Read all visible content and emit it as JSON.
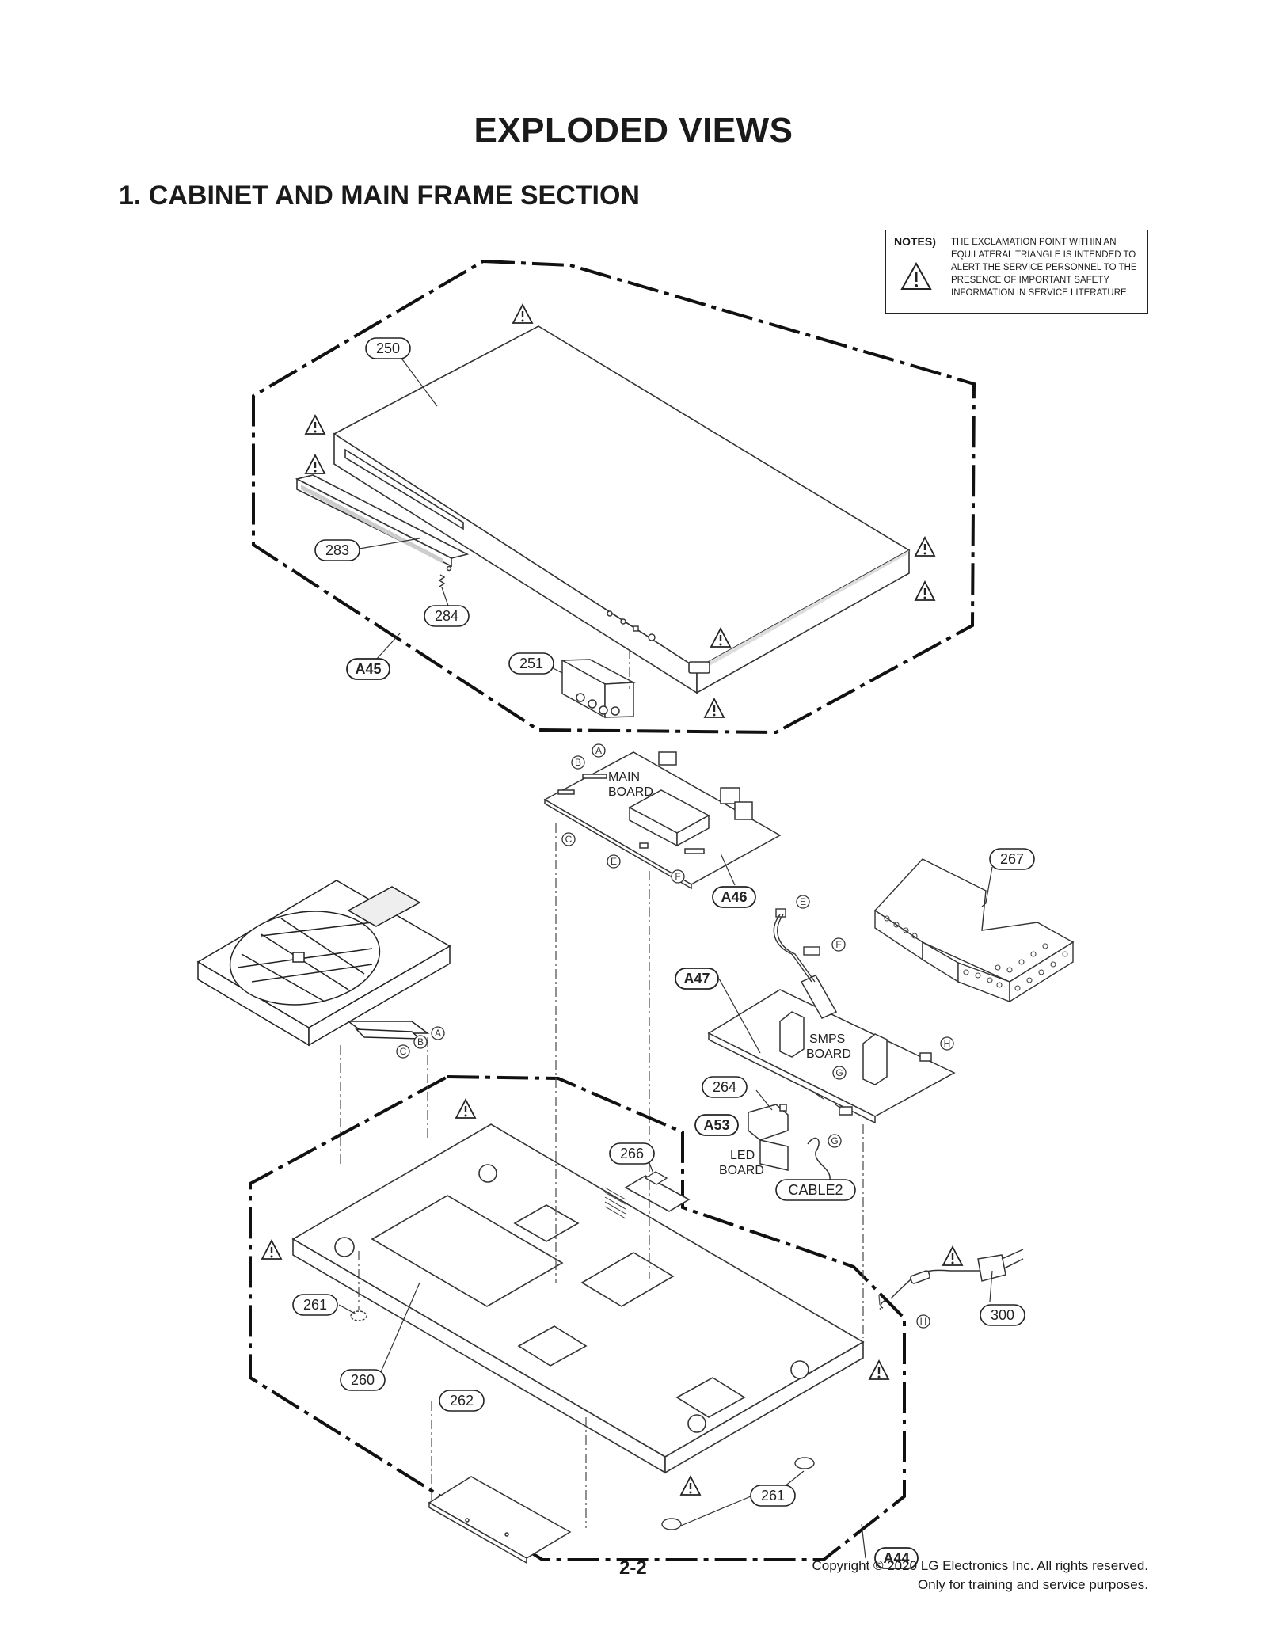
{
  "page_title": "EXPLODED VIEWS",
  "section_title": "1. CABINET AND MAIN FRAME SECTION",
  "notes": {
    "label": "NOTES)",
    "text": "THE EXCLAMATION POINT WITHIN AN EQUILATERAL TRIANGLE IS INTENDED TO ALERT THE SERVICE PERSONNEL TO THE PRESENCE OF IMPORTANT SAFETY INFORMATION IN SERVICE LITERATURE."
  },
  "callouts": {
    "c250": "250",
    "c283": "283",
    "c284": "284",
    "c251": "251",
    "c267": "267",
    "c264": "264",
    "c266": "266",
    "c261a": "261",
    "c260": "260",
    "c262": "262",
    "c261b": "261",
    "c300": "300",
    "cable2": "CABLE2"
  },
  "assemblies": {
    "a45": "A45",
    "a46": "A46",
    "a47": "A47",
    "a53": "A53",
    "a44": "A44"
  },
  "connectors": {
    "main_a": "A",
    "main_b": "B",
    "main_c": "C",
    "main_e": "E",
    "main_f": "F",
    "drv_a": "A",
    "drv_b": "B",
    "drv_c": "C",
    "smps_e": "E",
    "smps_f": "F",
    "smps_h": "H",
    "smps_g": "G",
    "led_g": "G",
    "cord_h": "H"
  },
  "board_labels": {
    "main_1": "MAIN",
    "main_2": "BOARD",
    "smps_1": "SMPS",
    "smps_2": "BOARD",
    "led_1": "LED",
    "led_2": "BOARD"
  },
  "footer": {
    "page_number": "2-2",
    "copyright_line1": "Copyright © 2020 LG Electronics Inc. All rights reserved.",
    "copyright_line2": "Only for training and service purposes."
  }
}
